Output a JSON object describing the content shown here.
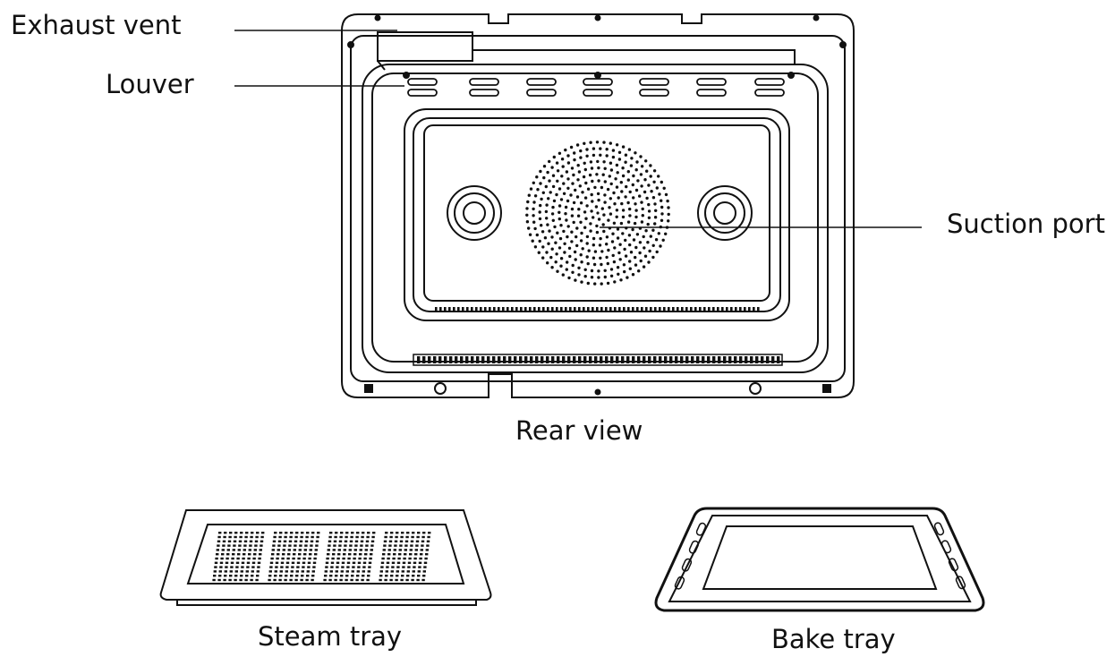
{
  "labels": {
    "exhaust_vent": "Exhaust vent",
    "louver": "Louver",
    "suction_port": "Suction port",
    "rear_view": "Rear view",
    "steam_tray": "Steam tray",
    "bake_tray": "Bake tray"
  },
  "colors": {
    "line": "#111111",
    "background": "#ffffff"
  }
}
